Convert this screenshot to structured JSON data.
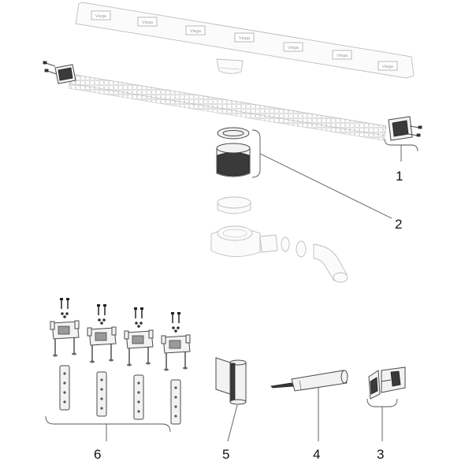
{
  "diagram": {
    "type": "exploded-parts-drawing",
    "callouts": [
      {
        "id": "1",
        "label": "1"
      },
      {
        "id": "2",
        "label": "2"
      },
      {
        "id": "3",
        "label": "3"
      },
      {
        "id": "4",
        "label": "4"
      },
      {
        "id": "5",
        "label": "5"
      },
      {
        "id": "6",
        "label": "6"
      }
    ],
    "cover_plate_markings": [
      "Viega",
      "Viega",
      "Viega",
      "Viega",
      "Viega",
      "Viega",
      "Viega"
    ]
  }
}
